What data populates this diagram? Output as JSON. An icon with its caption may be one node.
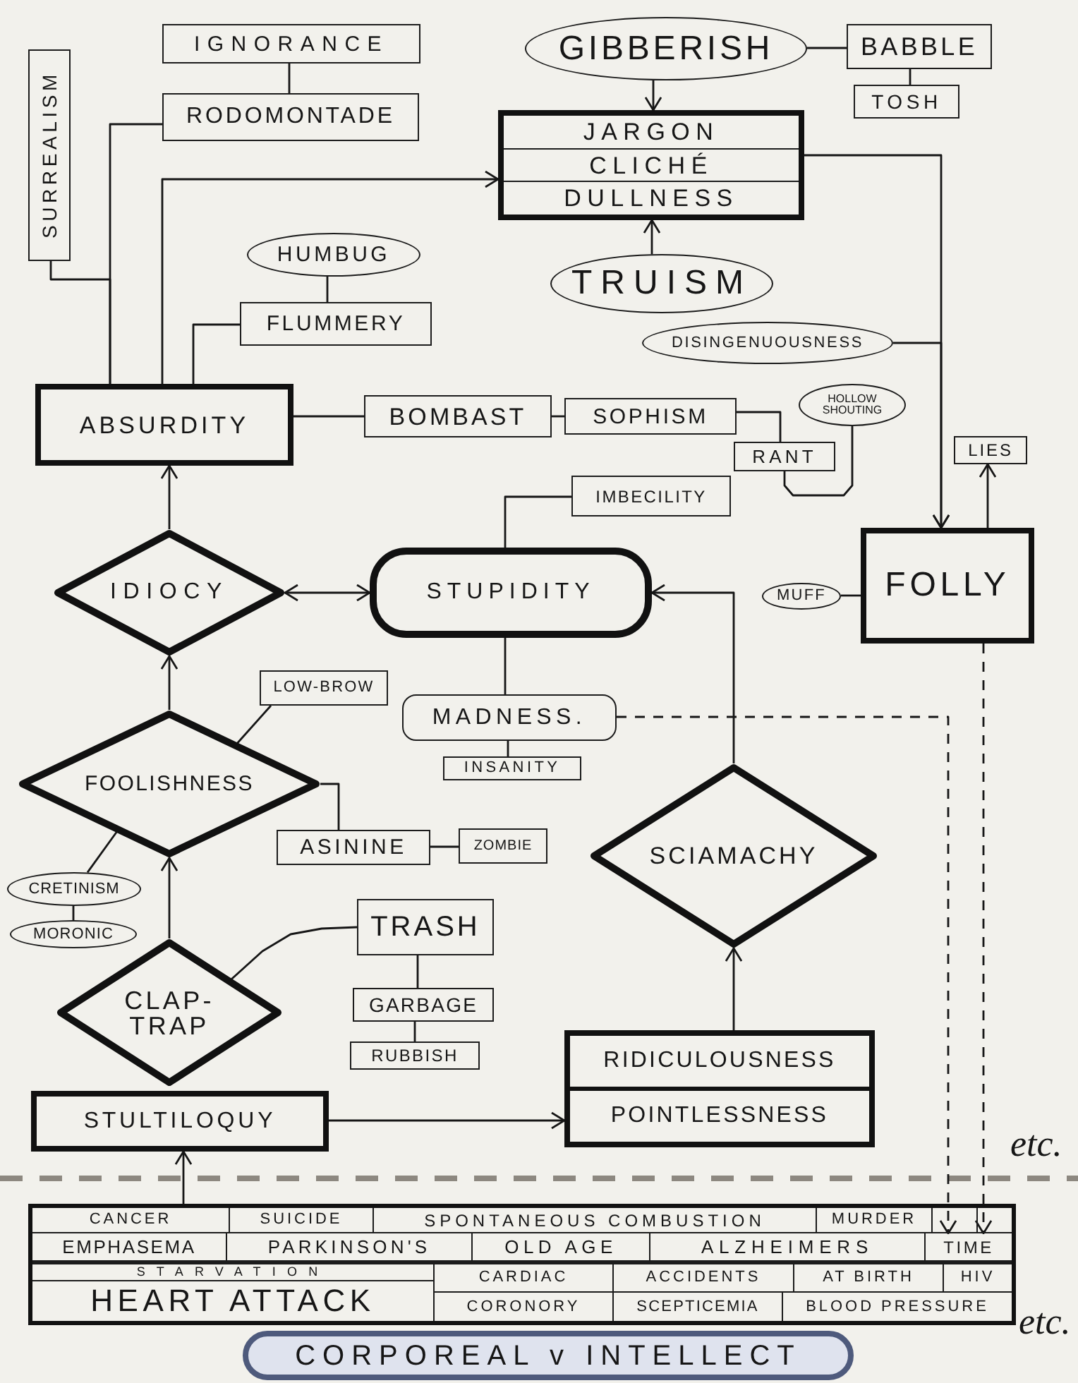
{
  "diagram": {
    "nodes": [
      {
        "text": [
          "IGNORANCE"
        ]
      },
      {
        "text": [
          "GIBBERISH"
        ]
      },
      {
        "text": [
          "BABBLE"
        ]
      },
      {
        "text": [
          "SURREALISM"
        ]
      },
      {
        "text": [
          "RODOMONTADE"
        ]
      },
      {
        "text": [
          "TOSH"
        ]
      },
      {
        "text": [
          "JARGON",
          "CLICHÉ",
          "DULLNESS"
        ]
      },
      {
        "text": [
          "TRUISM"
        ]
      },
      {
        "text": [
          "HUMBUG"
        ]
      },
      {
        "text": [
          "FLUMMERY"
        ]
      },
      {
        "text": [
          "DISINGENUOUSNESS"
        ]
      },
      {
        "text": [
          "ABSURDITY"
        ]
      },
      {
        "text": [
          "BOMBAST"
        ]
      },
      {
        "text": [
          "SOPHISM"
        ]
      },
      {
        "text": [
          "HOLLOW SHOUTING"
        ]
      },
      {
        "text": [
          "LIES"
        ]
      },
      {
        "text": [
          "RANT"
        ]
      },
      {
        "text": [
          "IMBECILITY"
        ]
      },
      {
        "text": [
          "IDIOCY"
        ]
      },
      {
        "text": [
          "STUPIDITY"
        ]
      },
      {
        "text": [
          "MUFF"
        ]
      },
      {
        "text": [
          "FOLLY"
        ]
      },
      {
        "text": [
          "LOW-BROW"
        ]
      },
      {
        "text": [
          "FOOLISHNESS"
        ]
      },
      {
        "text": [
          "MADNESS."
        ]
      },
      {
        "text": [
          "INSANITY"
        ]
      },
      {
        "text": [
          "SCIAMACHY"
        ]
      },
      {
        "text": [
          "ASININE"
        ]
      },
      {
        "text": [
          "ZOMBIE"
        ]
      },
      {
        "text": [
          "CRETINISM"
        ]
      },
      {
        "text": [
          "MORONIC"
        ]
      },
      {
        "text": [
          "TRASH"
        ]
      },
      {
        "text": [
          "CLAP-TRAP"
        ]
      },
      {
        "text": [
          "GARBAGE"
        ]
      },
      {
        "text": [
          "RUBBISH"
        ]
      },
      {
        "text": [
          "RIDICULOUSNESS",
          "POINTLESSNESS"
        ]
      },
      {
        "text": [
          "STULTILOQUY"
        ]
      },
      {
        "text": [],
        "shape": "box"
      },
      {
        "text": [
          "CANCER"
        ],
        "in": 37
      },
      {
        "text": [
          "SUICIDE"
        ],
        "in": 37
      },
      {
        "text": [
          "SPONTANEOUS COMBUSTION"
        ],
        "in": 37
      },
      {
        "text": [
          "MURDER"
        ],
        "in": 37
      },
      {
        "text": [
          "EMPHASEMA"
        ],
        "in": 37
      },
      {
        "text": [
          "PARKINSON'S"
        ],
        "in": 37
      },
      {
        "text": [
          "OLD AGE"
        ],
        "in": 37
      },
      {
        "text": [
          "ALZHEIMERS"
        ],
        "in": 37
      },
      {
        "text": [
          "TIME"
        ],
        "in": 37
      },
      {
        "text": [
          "STARVATION"
        ],
        "in": 37
      },
      {
        "text": [
          "CARDIAC"
        ],
        "in": 37
      },
      {
        "text": [
          "ACCIDENTS"
        ],
        "in": 37
      },
      {
        "text": [
          "AT BIRTH"
        ],
        "in": 37
      },
      {
        "text": [
          "HIV"
        ],
        "in": 37
      },
      {
        "text": [
          "HEART ATTACK"
        ],
        "in": 37
      },
      {
        "text": [
          "CORONORY"
        ],
        "in": 37
      },
      {
        "text": [
          "SCEPTICEMIA"
        ],
        "in": 37
      },
      {
        "text": [
          "BLOOD PRESSURE"
        ],
        "in": 37
      },
      {
        "text": [
          "CORPOREAL v INTELLECT"
        ]
      }
    ],
    "edges": [
      {
        "from": 0,
        "to": 4,
        "arrow": "none"
      },
      {
        "from": 1,
        "to": 6,
        "arrow": "to"
      },
      {
        "from": 1,
        "to": 2,
        "arrow": "none"
      },
      {
        "from": 2,
        "to": 5,
        "arrow": "none"
      },
      {
        "from": 4,
        "to": 11,
        "arrow": "none"
      },
      {
        "from": 3,
        "to": 11,
        "arrow": "none"
      },
      {
        "from": 11,
        "to": 6,
        "arrow": "to"
      },
      {
        "from": 8,
        "to": 9,
        "arrow": "none"
      },
      {
        "from": 9,
        "to": 11,
        "arrow": "none"
      },
      {
        "from": 7,
        "to": 6,
        "arrow": "to"
      },
      {
        "from": 6,
        "to": 21,
        "arrow": "to"
      },
      {
        "from": 10,
        "to": 21,
        "arrow": "to"
      },
      {
        "from": 21,
        "to": 15,
        "arrow": "to"
      },
      {
        "from": 11,
        "to": 12,
        "arrow": "none"
      },
      {
        "from": 12,
        "to": 13,
        "arrow": "none"
      },
      {
        "from": 13,
        "to": 16,
        "arrow": "none"
      },
      {
        "from": 16,
        "to": 14,
        "arrow": "none"
      },
      {
        "from": 17,
        "to": 19,
        "arrow": "none"
      },
      {
        "from": 18,
        "to": 19,
        "arrow": "both"
      },
      {
        "from": 18,
        "to": 11,
        "arrow": "to"
      },
      {
        "from": 20,
        "to": 21,
        "arrow": "none"
      },
      {
        "from": 19,
        "to": 24,
        "arrow": "none"
      },
      {
        "from": 24,
        "to": 25,
        "arrow": "none"
      },
      {
        "from": 24,
        "to": 46,
        "arrow": "to",
        "style": "dashed"
      },
      {
        "from": 21,
        "to": 46,
        "arrow": "to",
        "style": "dashed"
      },
      {
        "from": 26,
        "to": 19,
        "arrow": "to"
      },
      {
        "from": 23,
        "to": 18,
        "arrow": "to"
      },
      {
        "from": 22,
        "to": 23,
        "arrow": "none"
      },
      {
        "from": 23,
        "to": 27,
        "arrow": "none"
      },
      {
        "from": 27,
        "to": 28,
        "arrow": "none"
      },
      {
        "from": 23,
        "to": 29,
        "arrow": "none"
      },
      {
        "from": 29,
        "to": 30,
        "arrow": "none"
      },
      {
        "from": 32,
        "to": 23,
        "arrow": "to"
      },
      {
        "from": 32,
        "to": 31,
        "arrow": "none"
      },
      {
        "from": 31,
        "to": 33,
        "arrow": "none"
      },
      {
        "from": 33,
        "to": 34,
        "arrow": "none"
      },
      {
        "from": 35,
        "to": 26,
        "arrow": "to"
      },
      {
        "from": 36,
        "to": 35,
        "arrow": "to"
      },
      {
        "from": 37,
        "to": 36,
        "arrow": "to"
      }
    ],
    "labels": [
      "etc.",
      "etc."
    ]
  }
}
